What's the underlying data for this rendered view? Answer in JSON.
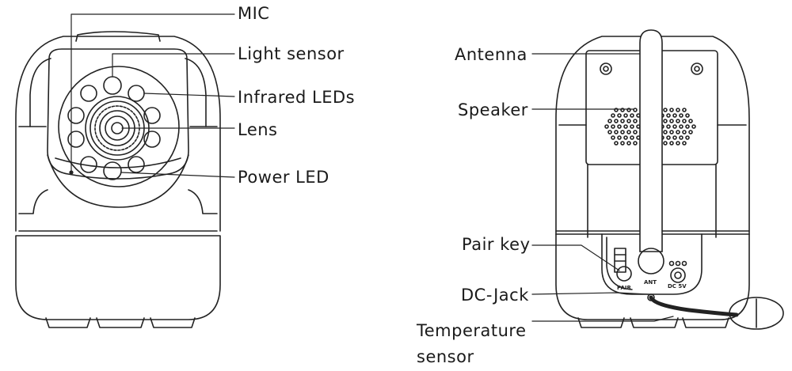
{
  "front_view": {
    "labels": {
      "mic": "MIC",
      "light_sensor": "Light sensor",
      "infrared_leds": "Infrared LEDs",
      "lens": "Lens",
      "power_led": "Power LED"
    }
  },
  "back_view": {
    "labels": {
      "antenna": "Antenna",
      "speaker": "Speaker",
      "pair_key": "Pair key",
      "dc_jack": "DC-Jack",
      "temperature_sensor": "Temperature sensor"
    },
    "port_markings": {
      "pair": "PAIR",
      "ant": "ANT",
      "dc": "DC 5V"
    }
  }
}
